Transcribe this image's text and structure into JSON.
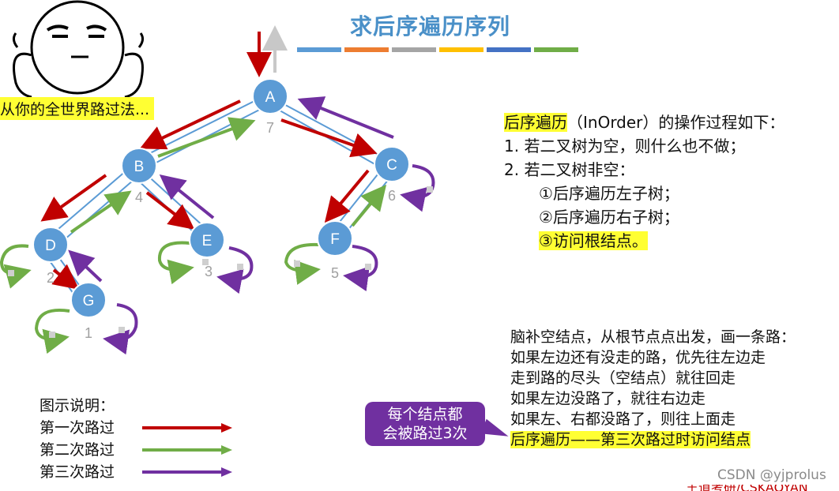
{
  "title": "求后序遍历序列",
  "title_bar_colors": [
    "#5b9bd5",
    "#ed7d31",
    "#a5a5a5",
    "#ffc000",
    "#4472c4",
    "#70ad47"
  ],
  "meme_caption": "从你的全世界路过法...",
  "tree": {
    "nodes": [
      {
        "id": "A",
        "label": "A",
        "order": "7"
      },
      {
        "id": "B",
        "label": "B",
        "order": "4"
      },
      {
        "id": "C",
        "label": "C",
        "order": "6"
      },
      {
        "id": "D",
        "label": "D",
        "order": "2"
      },
      {
        "id": "E",
        "label": "E",
        "order": "3"
      },
      {
        "id": "F",
        "label": "F",
        "order": "5"
      },
      {
        "id": "G",
        "label": "G",
        "order": "1"
      }
    ],
    "colors": {
      "node_fill": "#5b9bd5",
      "edge": "#5b9bd5",
      "first": "#c00000",
      "second": "#70ad47",
      "third": "#7030a0",
      "order_text": "#a0a0a0"
    }
  },
  "description": {
    "heading_highlight": "后序遍历",
    "heading_rest": "（InOrder）的操作过程如下：",
    "step1": "1.  若二叉树为空，则什么也不做；",
    "step2": "2.  若二叉树非空：",
    "sub1": "①后序遍历左子树；",
    "sub2": "②后序遍历右子树；",
    "sub3": "③访问根结点。"
  },
  "hint": {
    "line1": "脑补空结点，从根节点点出发，画一条路：",
    "line2": "如果左边还有没走的路，优先往左边走",
    "line3": "走到路的尽头（空结点）就往回走",
    "line4": "如果左边没路了，就往右边走",
    "line5": "如果左、右都没路了，则往上面走",
    "line6": "后序遍历——第三次路过时访问结点"
  },
  "callout": {
    "line1": "每个结点都",
    "line2": "会被路过3次"
  },
  "legend": {
    "title": "图示说明：",
    "first": "第一次路过",
    "second": "第二次路过",
    "third": "第三次路过"
  },
  "watermark": "CSDN @yjprolus",
  "bottom_red_text": "王道考研/CSKAOYAN"
}
